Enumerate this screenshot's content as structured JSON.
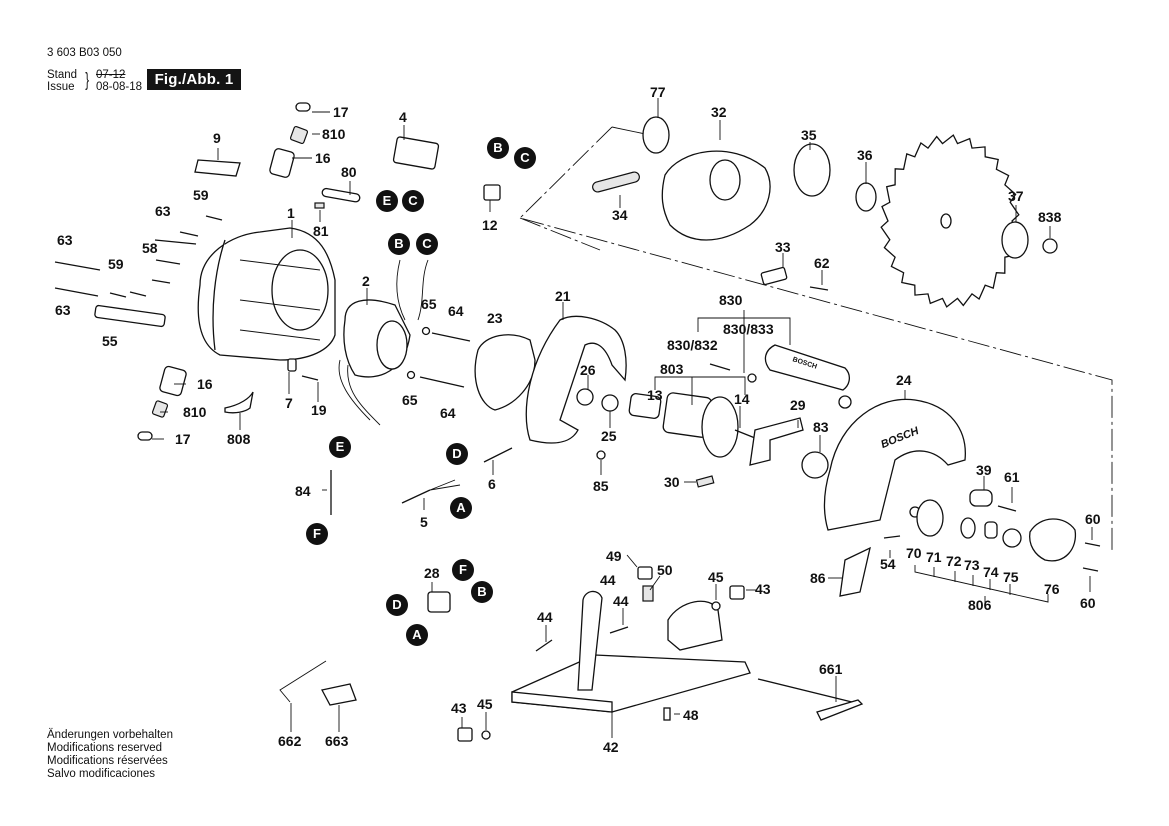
{
  "header": {
    "part_number": "3 603 B03 050",
    "stand_label": "Stand",
    "issue_label": "Issue",
    "stand_value_struck": "07-12",
    "issue_value": "08-08-18",
    "figure_label": "Fig./Abb. 1"
  },
  "footer_notes": [
    "Änderungen vorbehalten",
    "Modifications reserved",
    "Modifications réservées",
    "Salvo modificaciones"
  ],
  "brand_marks": [
    "BOSCH",
    "BOSCH"
  ],
  "callouts": {
    "c17a": "17",
    "c810a": "810",
    "c16a": "16",
    "c9": "9",
    "c80": "80",
    "c81": "81",
    "c1": "1",
    "c59a": "59",
    "c63a": "63",
    "c63b": "63",
    "c59b": "59",
    "c58": "58",
    "c63c": "63",
    "c55": "55",
    "c16b": "16",
    "c810b": "810",
    "c17b": "17",
    "c808": "808",
    "c7": "7",
    "c19": "19",
    "c84": "84",
    "c4": "4",
    "c12": "12",
    "c2": "2",
    "c65a": "65",
    "c64a": "64",
    "c65b": "65",
    "c64b": "64",
    "c23": "23",
    "c21": "21",
    "c26": "26",
    "c25": "25",
    "c85": "85",
    "c6": "6",
    "c5": "5",
    "c28": "28",
    "c77": "77",
    "c32": "32",
    "c34": "34",
    "c35": "35",
    "c36": "36",
    "c37": "37",
    "c838": "838",
    "c33": "33",
    "c62": "62",
    "c830": "830",
    "c830_833": "830/833",
    "c830_832": "830/832",
    "c803": "803",
    "c13": "13",
    "c14": "14",
    "c29": "29",
    "c83": "83",
    "c30": "30",
    "c24": "24",
    "c39": "39",
    "c61": "61",
    "c54": "54",
    "c70": "70",
    "c71": "71",
    "c72": "72",
    "c73": "73",
    "c74": "74",
    "c75": "75",
    "c76": "76",
    "c60a": "60",
    "c60b": "60",
    "c86": "86",
    "c806": "806",
    "c49": "49",
    "c50": "50",
    "c44a": "44",
    "c44b": "44",
    "c44c": "44",
    "c45a": "45",
    "c43a": "43",
    "c48": "48",
    "c42": "42",
    "c43b": "43",
    "c45b": "45",
    "c661": "661",
    "c662": "662",
    "c663": "663"
  },
  "connectors": {
    "k1": "B",
    "k2": "C",
    "k3": "E",
    "k4": "C",
    "k5": "B",
    "k6": "C",
    "k7": "E",
    "k8": "F",
    "k9": "D",
    "k10": "A",
    "k11": "F",
    "k12": "D",
    "k13": "B",
    "k14": "A"
  }
}
